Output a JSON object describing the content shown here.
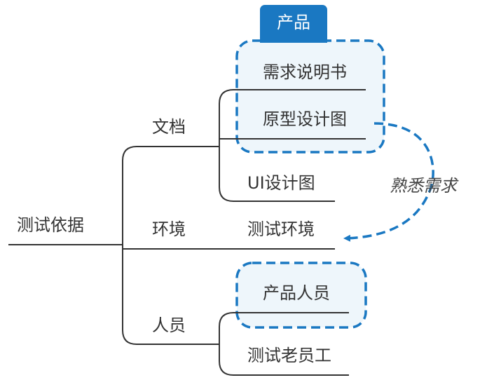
{
  "root": {
    "label": "测试依据"
  },
  "branches": [
    {
      "label": "文档",
      "children": [
        "需求说明书",
        "原型设计图",
        "UI设计图"
      ]
    },
    {
      "label": "环境",
      "children": [
        "测试环境"
      ]
    },
    {
      "label": "人员",
      "children": [
        "产品人员",
        "测试老员工"
      ]
    }
  ],
  "callouts": {
    "product_tag": "产品",
    "relation_label": "熟悉需求"
  },
  "colors": {
    "line": "#333333",
    "accent": "#1a78c2",
    "group_fill": "#eef6fb"
  }
}
